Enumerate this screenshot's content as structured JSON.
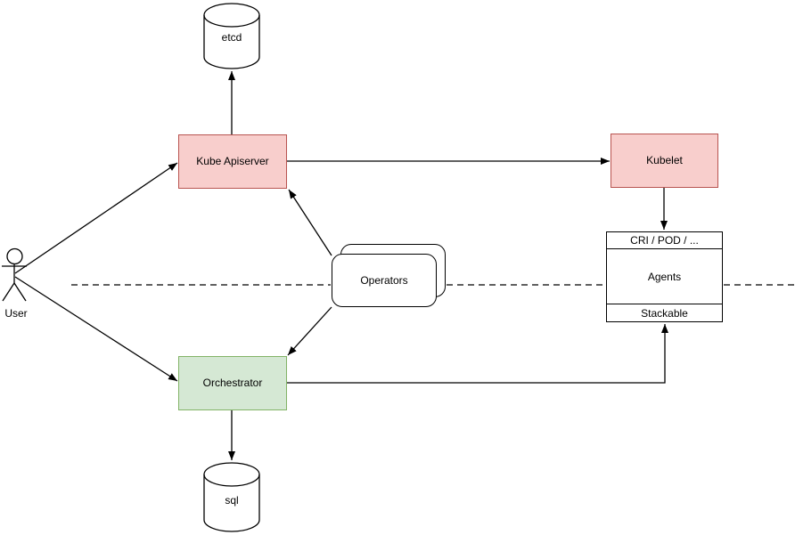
{
  "diagram": {
    "background": "#ffffff",
    "palette": {
      "red_fill": "#f8cecc",
      "red_stroke": "#b85450",
      "green_fill": "#d5e8d4",
      "green_stroke": "#82b366",
      "neutral_fill": "#ffffff",
      "neutral_stroke": "#000000",
      "line_color": "#000000",
      "text_color": "#000000"
    },
    "nodes": {
      "etcd": {
        "label": "etcd",
        "shape": "cylinder"
      },
      "kube_apiserver": {
        "label": "Kube Apiserver",
        "shape": "rectangle",
        "fill": "#f8cecc",
        "stroke": "#b85450"
      },
      "kubelet": {
        "label": "Kubelet",
        "shape": "rectangle",
        "fill": "#f8cecc",
        "stroke": "#b85450"
      },
      "operators": {
        "label": "Operators",
        "shape": "stacked-rounded-rectangle"
      },
      "agent_stack": {
        "header": "CRI / POD / ...",
        "body": "Agents",
        "footer": "Stackable",
        "shape": "partitioned-rectangle"
      },
      "orchestrator": {
        "label": "Orchestrator",
        "shape": "rectangle",
        "fill": "#d5e8d4",
        "stroke": "#82b366"
      },
      "sql": {
        "label": "sql",
        "shape": "cylinder"
      },
      "user": {
        "label": "User",
        "shape": "actor"
      }
    },
    "edges": [
      {
        "from": "user",
        "to": "kube_apiserver",
        "style": "solid-arrow"
      },
      {
        "from": "user",
        "to": "orchestrator",
        "style": "solid-arrow"
      },
      {
        "from": "kube_apiserver",
        "to": "etcd",
        "style": "solid-arrow"
      },
      {
        "from": "kube_apiserver",
        "to": "kubelet",
        "style": "solid-arrow"
      },
      {
        "from": "operators",
        "to": "kube_apiserver",
        "style": "solid-arrow"
      },
      {
        "from": "operators",
        "to": "orchestrator",
        "style": "solid-arrow"
      },
      {
        "from": "kubelet",
        "to": "agent_stack",
        "style": "solid-arrow"
      },
      {
        "from": "orchestrator",
        "to": "sql",
        "style": "solid-arrow"
      },
      {
        "from": "orchestrator",
        "to": "agent_stack_footer",
        "style": "solid-arrow"
      }
    ],
    "separator": {
      "style": "dashed",
      "orientation": "horizontal"
    }
  }
}
